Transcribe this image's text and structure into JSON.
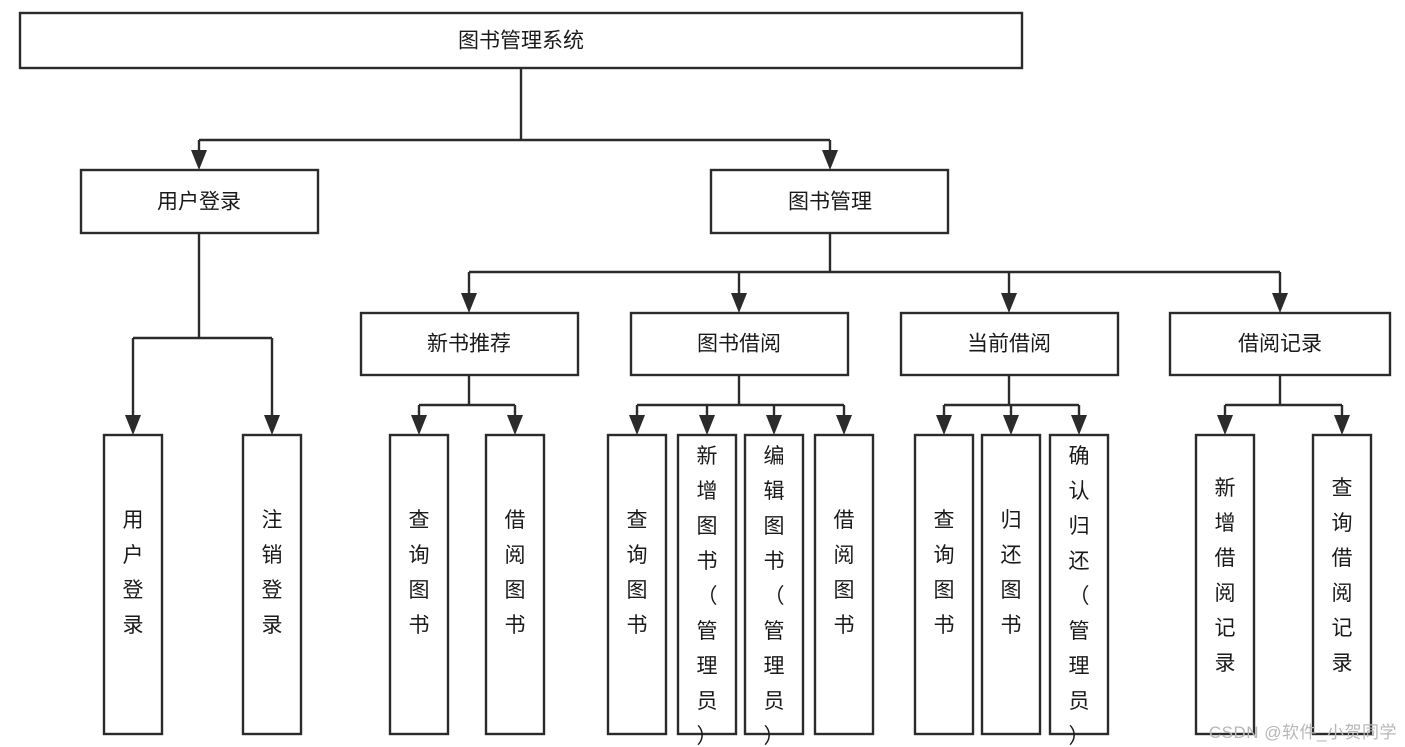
{
  "diagram": {
    "type": "tree-hierarchy",
    "title": "图书管理系统",
    "orientation": "top-down",
    "root": {
      "id": "root",
      "label": "图书管理系统"
    },
    "level2": [
      {
        "id": "user-login",
        "label": "用户登录"
      },
      {
        "id": "book-management",
        "label": "图书管理"
      }
    ],
    "level3": [
      {
        "id": "new-book-recommend",
        "label": "新书推荐",
        "parent": "book-management"
      },
      {
        "id": "book-borrow",
        "label": "图书借阅",
        "parent": "book-management"
      },
      {
        "id": "current-borrow",
        "label": "当前借阅",
        "parent": "book-management"
      },
      {
        "id": "borrow-record",
        "label": "借阅记录",
        "parent": "book-management"
      }
    ],
    "leaves": [
      {
        "id": "leaf-user-login",
        "label": "用户登录",
        "parent": "user-login"
      },
      {
        "id": "leaf-logout",
        "label": "注销登录",
        "parent": "user-login"
      },
      {
        "id": "leaf-query-book-1",
        "label": "查询图书",
        "parent": "new-book-recommend"
      },
      {
        "id": "leaf-borrow-book-1",
        "label": "借阅图书",
        "parent": "new-book-recommend"
      },
      {
        "id": "leaf-query-book-2",
        "label": "查询图书",
        "parent": "book-borrow"
      },
      {
        "id": "leaf-add-book",
        "label": "新增图书（管理员）",
        "parent": "book-borrow"
      },
      {
        "id": "leaf-edit-book",
        "label": "编辑图书（管理员）",
        "parent": "book-borrow"
      },
      {
        "id": "leaf-borrow-book-2",
        "label": "借阅图书",
        "parent": "book-borrow"
      },
      {
        "id": "leaf-query-book-3",
        "label": "查询图书",
        "parent": "current-borrow"
      },
      {
        "id": "leaf-return-book",
        "label": "归还图书",
        "parent": "current-borrow"
      },
      {
        "id": "leaf-confirm-return",
        "label": "确认归还（管理员）",
        "parent": "current-borrow"
      },
      {
        "id": "leaf-add-record",
        "label": "新增借阅记录",
        "parent": "borrow-record"
      },
      {
        "id": "leaf-query-record",
        "label": "查询借阅记录",
        "parent": "borrow-record"
      }
    ],
    "colors": {
      "box_stroke": "#2b2b2b",
      "box_fill": "#ffffff",
      "text": "#1a1a1a",
      "connector": "#2b2b2b",
      "watermark": "#b7b7b7",
      "background": "#ffffff"
    }
  },
  "watermark": {
    "text": "CSDN @软件_小贺同学"
  }
}
